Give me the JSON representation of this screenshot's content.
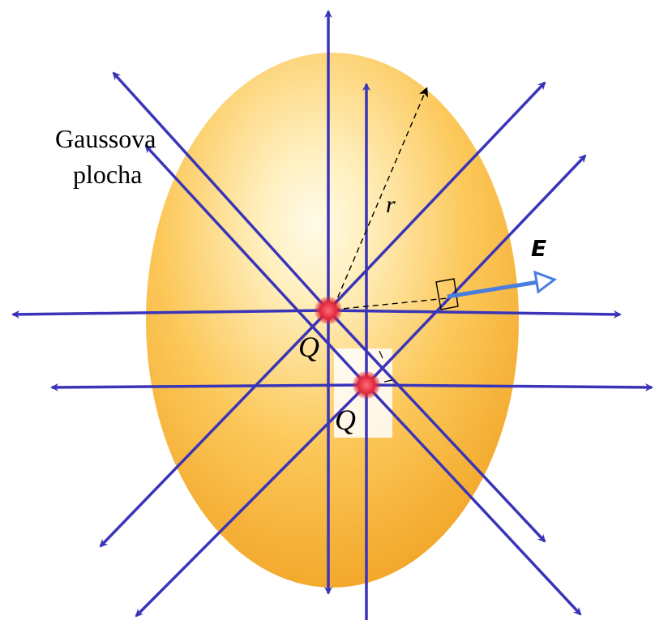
{
  "labels": {
    "surface_line1": "Gaussova",
    "surface_line2": "plocha",
    "radius": "r",
    "field": "E",
    "charge_1": "Q",
    "charge_2": "Q"
  },
  "colors": {
    "field_lines": "#3a35b8",
    "field_vector": "#4a7de0",
    "surface_center": "#fffbe8",
    "surface_mid": "#fcc85a",
    "surface_edge": "#f0a020",
    "charge": "#e0283a"
  },
  "icons": [
    "charge-icon",
    "field-vector-arrow-icon",
    "radius-arrow-icon"
  ]
}
